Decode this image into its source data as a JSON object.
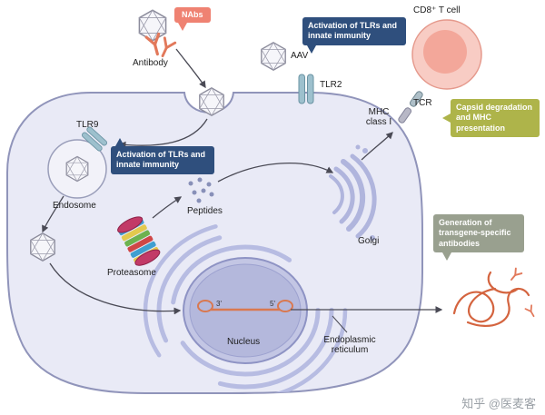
{
  "callouts": {
    "nabs": {
      "text": "NAbs",
      "color": "#ef8272"
    },
    "tlr_activation_top": {
      "text": "Activation of TLRs and innate immunity",
      "color": "#2f4f7d"
    },
    "tlr_activation_endosome": {
      "text": "Activation of TLRs and innate immunity",
      "color": "#2f4f7d"
    },
    "capsid_degradation": {
      "text": "Capsid degradation and MHC presentation",
      "color": "#aeb44a"
    },
    "transgene_antibodies": {
      "text": "Generation of transgene-specific antibodies",
      "color": "#99a08f"
    }
  },
  "labels": {
    "antibody": "Antibody",
    "aav": "AAV",
    "tlr2": "TLR2",
    "tlr9": "TLR9",
    "cd8_t_cell": "CD8⁺ T cell",
    "tcr": "TCR",
    "mhc_class_i": "MHC class I",
    "endosome": "Endosome",
    "proteasome": "Proteasome",
    "peptides": "Peptides",
    "nucleus": "Nucleus",
    "golgi": "Golgi",
    "endoplasmic_reticulum": "Endoplasmic reticulum",
    "three_prime": "3'",
    "five_prime": "5'"
  },
  "watermark": "知乎 @医麦客",
  "colors": {
    "cell_fill": "#e9eaf6",
    "cell_border": "#9094ba",
    "nucleus_fill": "#b4b8dc",
    "er_golgi": "#b7bce2",
    "callout_blue": "#2f4f7d",
    "callout_salmon": "#ef8272",
    "callout_olive": "#aeb44a",
    "callout_gray": "#99a08f",
    "antibody_orange": "#e2795b",
    "t_cell_pink": "#f8ccc4",
    "arrow": "#4a4a55"
  }
}
